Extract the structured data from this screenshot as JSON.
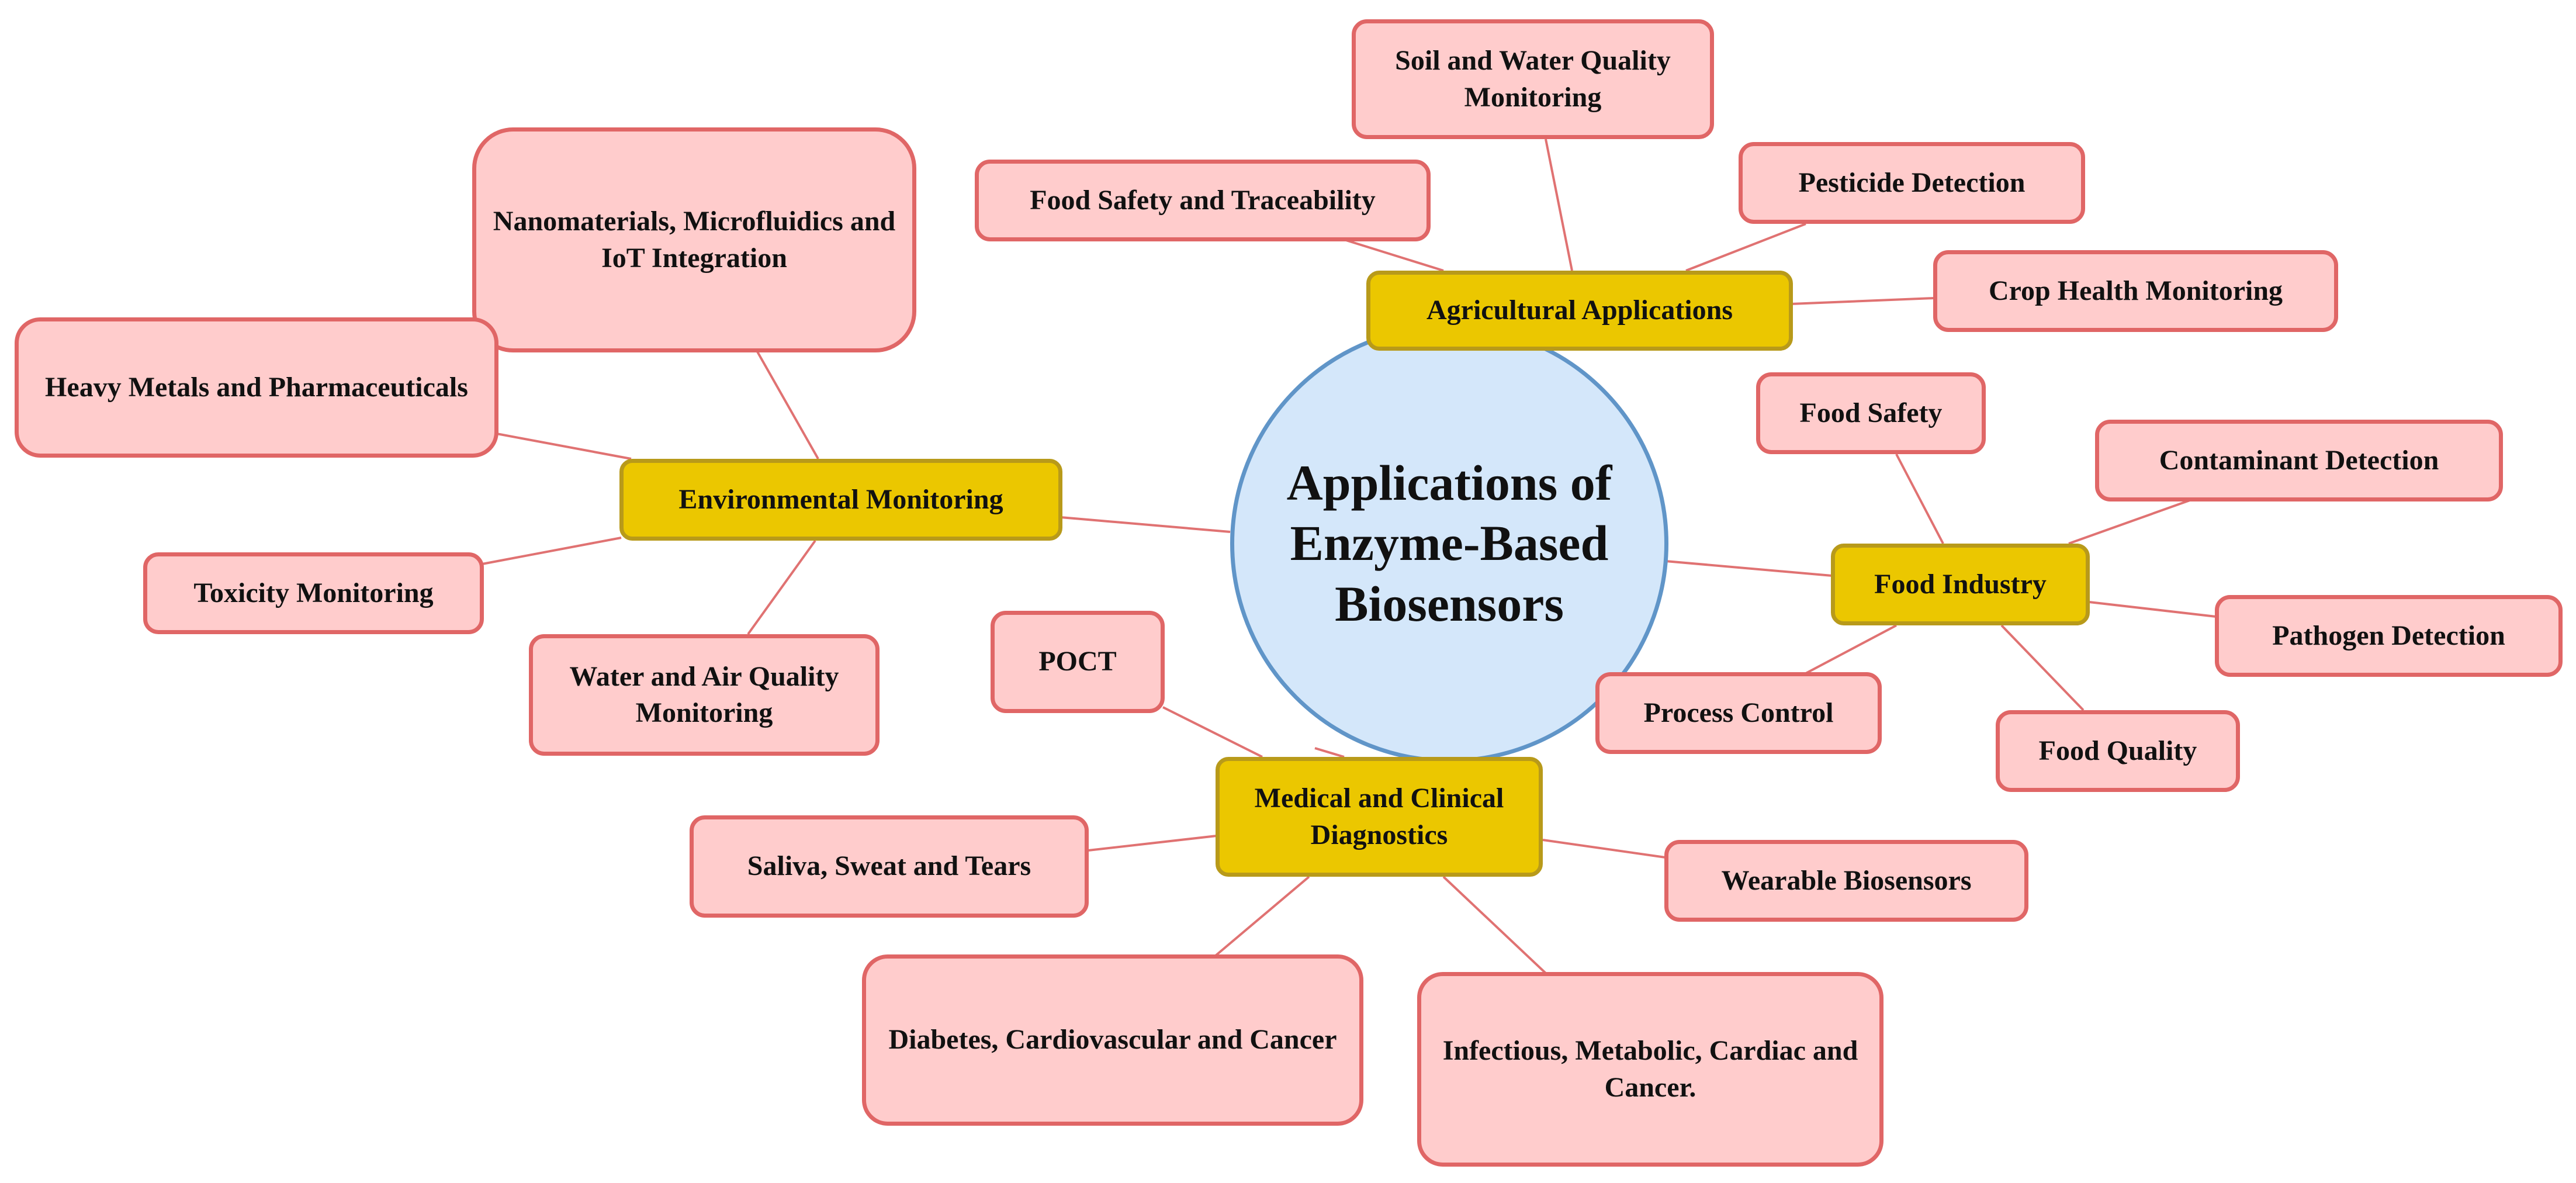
{
  "center": {
    "label": "Applications of Enzyme-Based Biosensors"
  },
  "categories": {
    "agricultural": "Agricultural Applications",
    "environmental": "Environmental Monitoring",
    "food": "Food Industry",
    "medical": "Medical and Clinical Diagnostics"
  },
  "leaves": {
    "soil_water": "Soil and Water Quality Monitoring",
    "food_safety_traceability": "Food Safety and Traceability",
    "pesticide": "Pesticide Detection",
    "crop_health": "Crop Health Monitoring",
    "nanomaterials": "Nanomaterials, Microfluidics and IoT Integration",
    "heavy_metals": "Heavy Metals and Pharmaceuticals",
    "toxicity": "Toxicity Monitoring",
    "water_air": "Water and Air Quality Monitoring",
    "food_safety": "Food Safety",
    "contaminant": "Contaminant Detection",
    "pathogen": "Pathogen Detection",
    "food_quality": "Food Quality",
    "process_control": "Process Control",
    "poct": "POCT",
    "saliva": "Saliva, Sweat and Tears",
    "wearable": "Wearable Biosensors",
    "diabetes": "Diabetes, Cardiovascular and Cancer",
    "infectious": "Infectious, Metabolic, Cardiac and Cancer."
  },
  "colors": {
    "leaf_fill": "#ffcccc",
    "leaf_border": "#e06666",
    "category_fill": "#ebc700",
    "category_border": "#b89a1a",
    "center_fill": "#d4e7fa",
    "center_border": "#6095c8",
    "connector": "#e07272"
  }
}
